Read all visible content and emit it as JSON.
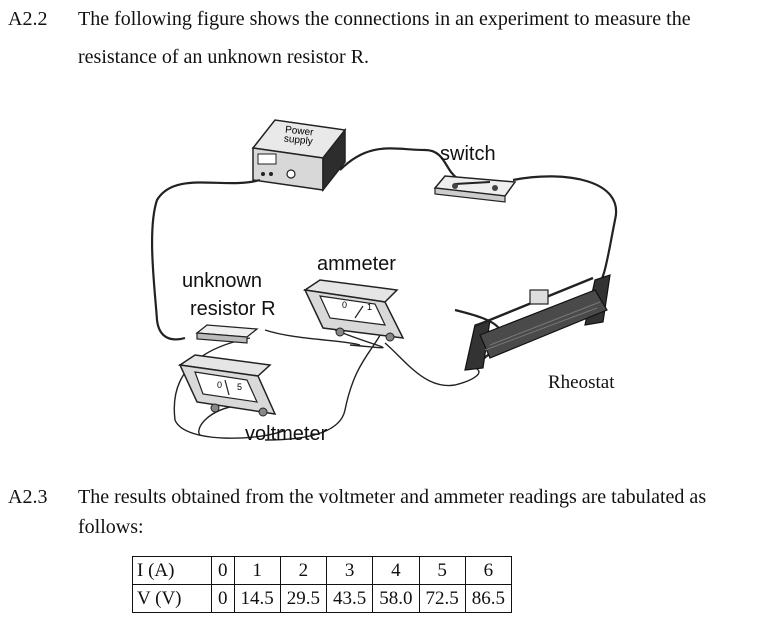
{
  "q22": {
    "number": "A2.2",
    "line1": "The following figure shows the connections in an experiment to measure the",
    "line2": "resistance of an unknown resistor R."
  },
  "figure": {
    "power_supply_l1": "Power",
    "power_supply_l2": "supply",
    "switch": "switch",
    "ammeter": "ammeter",
    "unknown_l1": "unknown",
    "unknown_l2": "resistor R",
    "rheostat": "Rheostat",
    "voltmeter": "voltmeter"
  },
  "q23": {
    "number": "A2.3",
    "line1": "The results obtained from the voltmeter and ammeter readings are tabulated as",
    "line2": "follows:"
  },
  "table": {
    "row_i_label": "I (A)",
    "row_v_label": "V (V)",
    "i": [
      "0",
      "1",
      "2",
      "3",
      "4",
      "5",
      "6"
    ],
    "v": [
      "0",
      "14.5",
      "29.5",
      "43.5",
      "58.0",
      "72.5",
      "86.5"
    ]
  }
}
